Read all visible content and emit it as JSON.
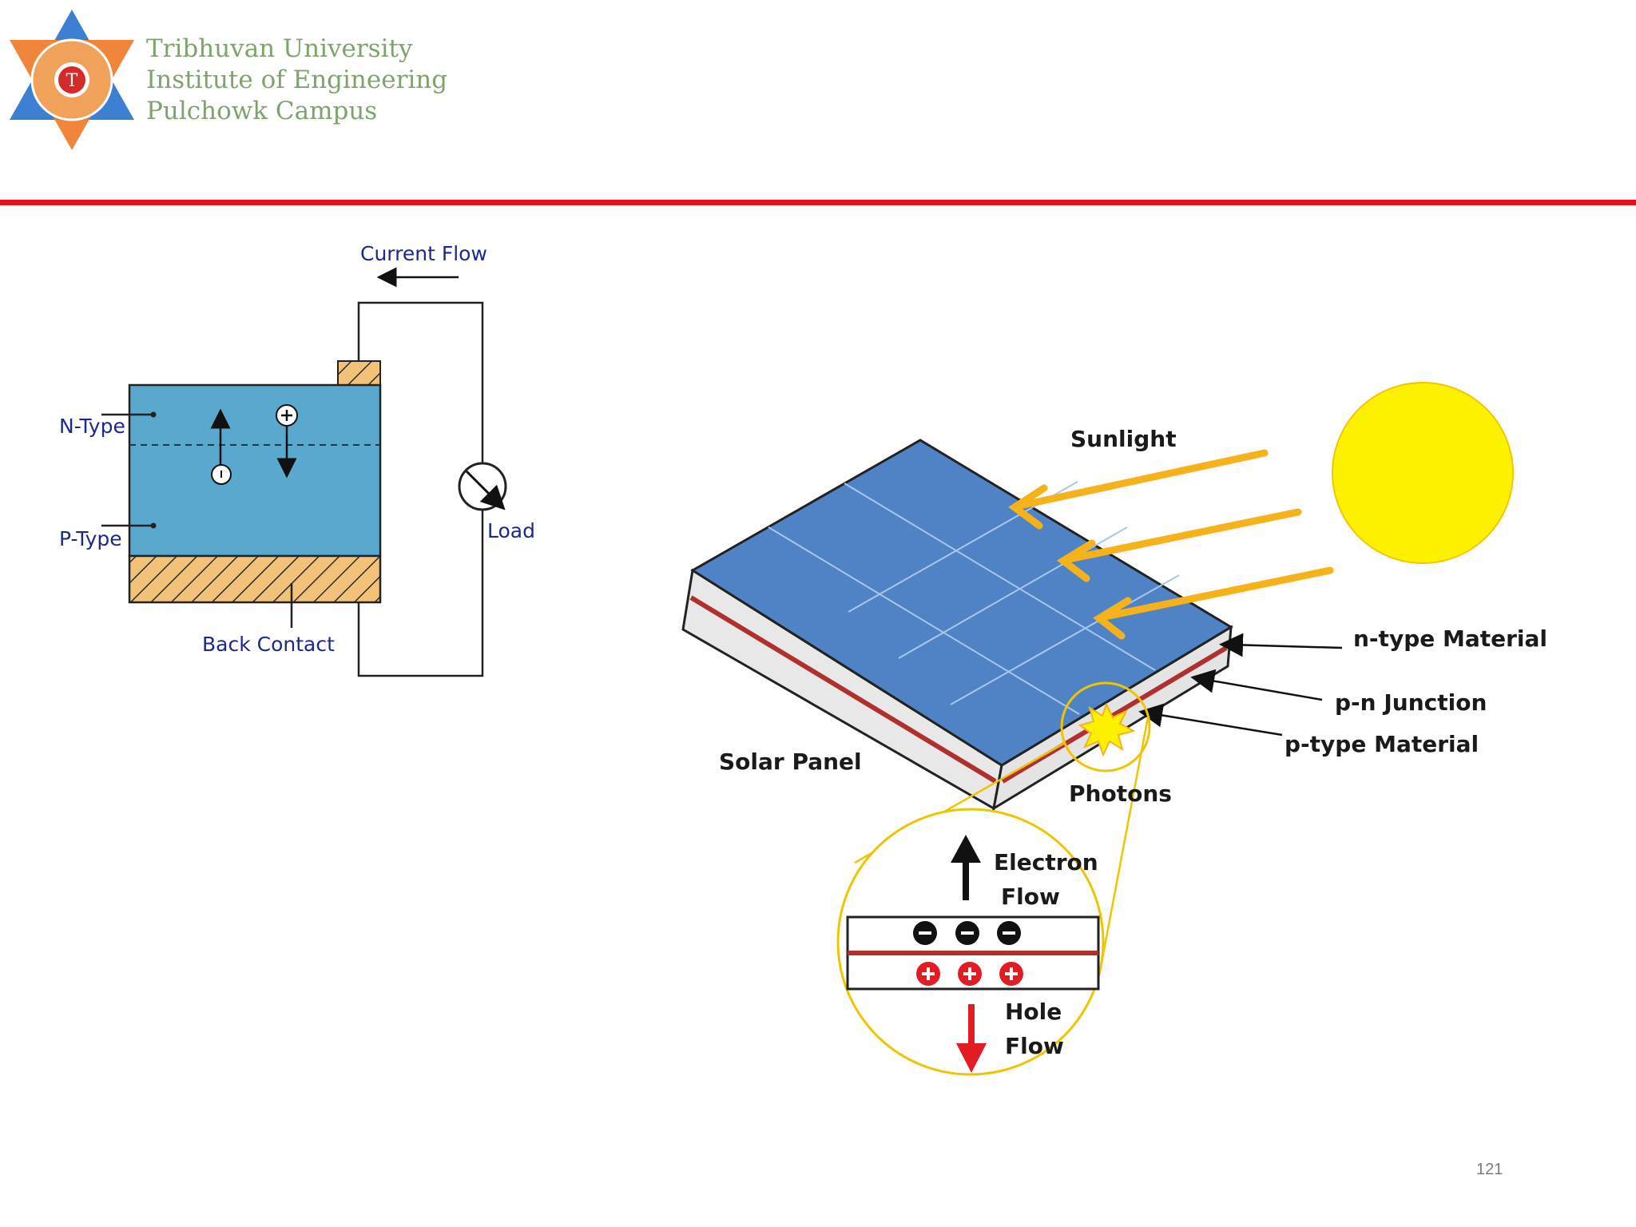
{
  "header": {
    "line1": "Tribhuvan University",
    "line2": "Institute of  Engineering",
    "line3": "Pulchowk Campus"
  },
  "left_diagram": {
    "current_flow": "Current Flow",
    "n_type": "N-Type",
    "p_type": "P-Type",
    "load": "Load",
    "back_contact": "Back Contact"
  },
  "right_diagram": {
    "sunlight": "Sunlight",
    "n_type_material": "n-type  Material",
    "pn_junction": "p-n Junction",
    "p_type_material": "p-type  Material",
    "solar_panel": "Solar Panel",
    "photons": "Photons",
    "electron_flow_1": "Electron",
    "electron_flow_2": "Flow",
    "hole_flow_1": "Hole",
    "hole_flow_2": "Flow"
  },
  "colors": {
    "accent_red": "#e8101a",
    "header_green": "#7ea36d",
    "panel_blue": "#4f83c6",
    "cell_blue": "#5ba8cf",
    "sun_yellow": "#fff200",
    "arrow_orange": "#f6b21b"
  },
  "page_number": "121"
}
